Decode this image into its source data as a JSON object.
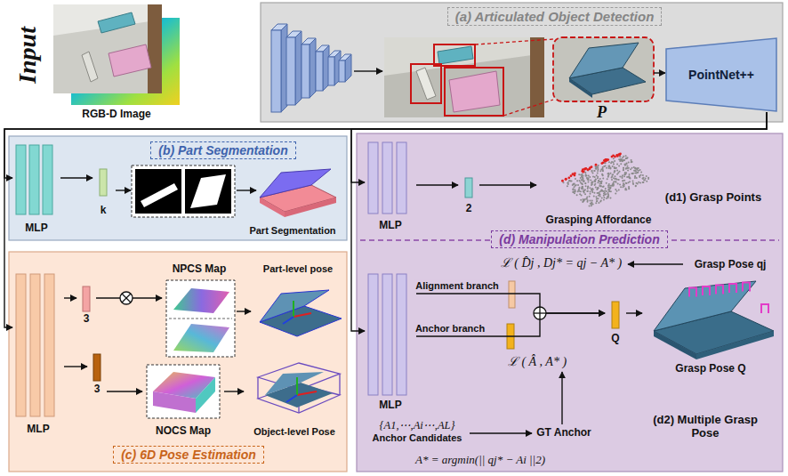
{
  "diagram": {
    "nodes": [
      {
        "text": [
          "RGB-D Image"
        ]
      },
      {
        "text": [
          "(a) Articulated Object Detection"
        ]
      },
      {
        "text": [
          "P"
        ],
        "in": 1
      },
      {
        "text": [
          "PointNet++"
        ],
        "in": 1
      },
      {
        "text": [
          "(b) Part Segmentation"
        ]
      },
      {
        "text": [
          "MLP"
        ],
        "in": 4
      },
      {
        "text": [
          "k"
        ],
        "in": 4
      },
      {
        "text": [
          "Part Segmentation"
        ],
        "in": 4
      },
      {
        "text": [
          "(c) 6D Pose Estimation"
        ]
      },
      {
        "text": [
          "MLP"
        ],
        "in": 8
      },
      {
        "text": [
          "3"
        ],
        "in": 8
      },
      {
        "text": [
          "NPCS Map"
        ],
        "in": 8
      },
      {
        "text": [
          "Part-level pose"
        ],
        "in": 8
      },
      {
        "text": [
          "3"
        ],
        "in": 8
      },
      {
        "text": [
          "NOCS Map"
        ],
        "in": 8
      },
      {
        "text": [
          "Object-level Pose"
        ],
        "in": 8
      },
      {
        "text": [
          "(d) Manipulation Prediction"
        ]
      },
      {
        "text": [
          "MLP"
        ],
        "in": 16
      },
      {
        "text": [
          "2"
        ],
        "in": 16
      },
      {
        "text": [
          "Grasping Affordance"
        ],
        "in": 16
      },
      {
        "text": [
          "MLP"
        ],
        "in": 16
      },
      {
        "text": [
          "ℒ ( D̂j , Dj* = qj − A* )"
        ],
        "in": 16
      },
      {
        "text": [
          "Grasp Pose qj"
        ],
        "in": 16
      },
      {
        "text": [
          "ℒ ( Â , A* )"
        ],
        "in": 16
      },
      {
        "text": [
          "Q"
        ],
        "in": 16
      },
      {
        "text": [
          "Grasp Pose Q"
        ],
        "in": 16
      },
      {
        "text": [
          "{A1,⋯,Ai⋯,AL}",
          "Anchor Candidates"
        ],
        "in": 16
      },
      {
        "text": [
          "GT Anchor"
        ],
        "in": 16
      }
    ],
    "edges": [
      {
        "from": 2,
        "to": 3,
        "arrow": "to"
      },
      {
        "from": 3,
        "to": 5,
        "arrow": "to"
      },
      {
        "from": 3,
        "to": 9,
        "arrow": "to"
      },
      {
        "from": 3,
        "to": 17,
        "arrow": "to"
      },
      {
        "from": 3,
        "to": 20,
        "arrow": "to"
      },
      {
        "from": 5,
        "to": 6,
        "arrow": "to"
      },
      {
        "from": 9,
        "to": 10,
        "arrow": "to"
      },
      {
        "from": 10,
        "to": 11,
        "arrow": "to"
      },
      {
        "from": 11,
        "to": 12,
        "arrow": "to"
      },
      {
        "from": 9,
        "to": 13,
        "arrow": "to"
      },
      {
        "from": 13,
        "to": 14,
        "arrow": "to"
      },
      {
        "from": 14,
        "to": 15,
        "arrow": "to"
      },
      {
        "from": 17,
        "to": 18,
        "arrow": "to"
      },
      {
        "from": 18,
        "to": 19,
        "arrow": "to"
      },
      {
        "from": 20,
        "to": 24,
        "label": "Alignment branch",
        "arrow": "to"
      },
      {
        "from": 20,
        "to": 24,
        "label": "Anchor branch",
        "arrow": "to"
      },
      {
        "from": 24,
        "to": 25,
        "arrow": "to"
      },
      {
        "from": 22,
        "to": 21,
        "arrow": "to"
      },
      {
        "from": 26,
        "to": 27,
        "arrow": "to"
      },
      {
        "from": 27,
        "to": 23,
        "arrow": "to"
      }
    ],
    "labels": [
      "Input",
      "(d1) Grasp Points",
      "(d2) Multiple Grasp Pose",
      "A* = argmin(|| qj* − Ai ||2)"
    ]
  }
}
